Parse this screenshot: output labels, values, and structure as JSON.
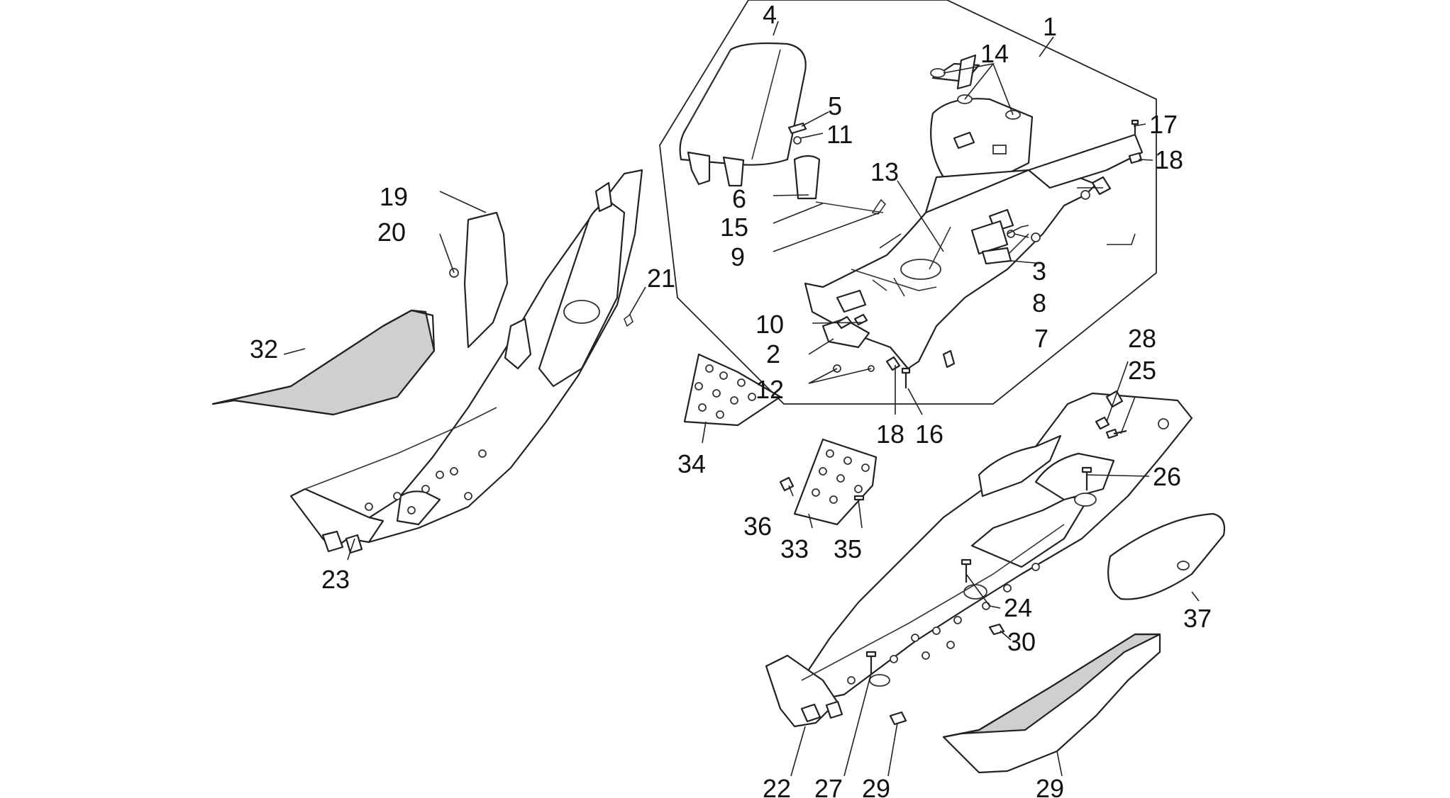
{
  "diagram": {
    "callouts": [
      "1",
      "2",
      "3",
      "4",
      "5",
      "6",
      "7",
      "8",
      "9",
      "10",
      "11",
      "12",
      "13",
      "14",
      "15",
      "16",
      "17",
      "18",
      "18",
      "19",
      "20",
      "21",
      "22",
      "23",
      "24",
      "25",
      "26",
      "27",
      "28",
      "29",
      "29",
      "30",
      "32",
      "33",
      "34",
      "35",
      "36",
      "37"
    ]
  }
}
